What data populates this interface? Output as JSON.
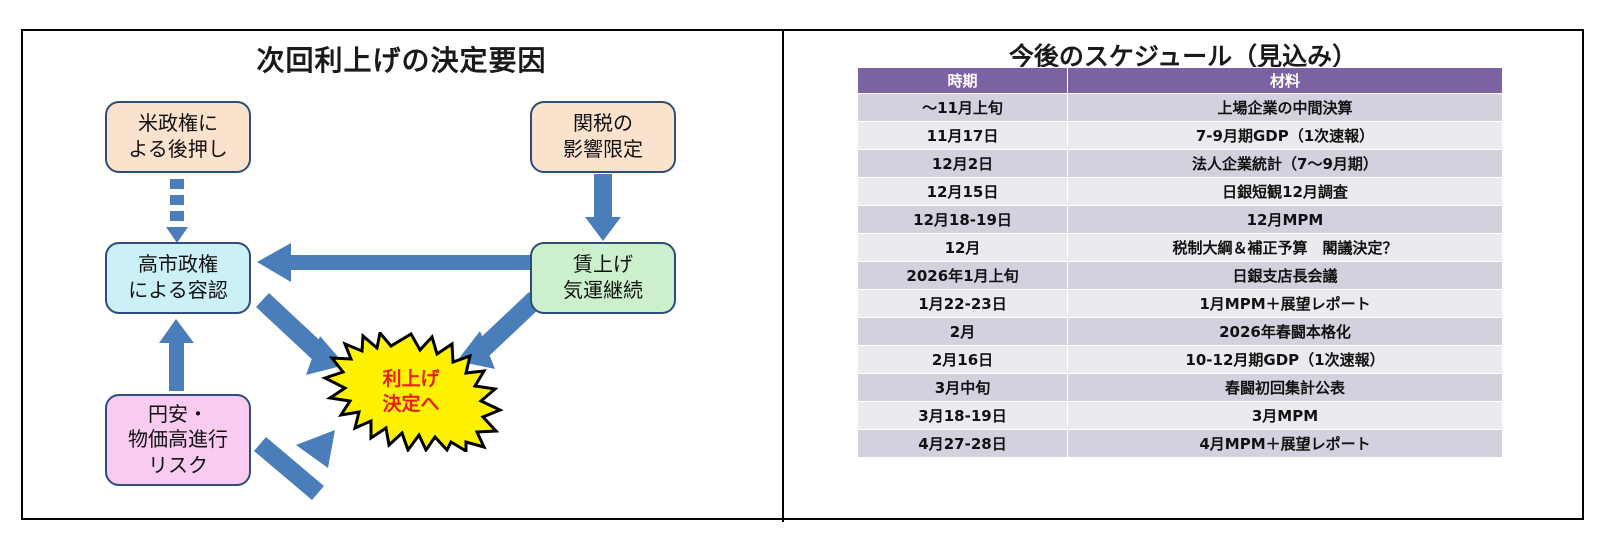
{
  "left": {
    "title": "次回利上げの決定要因",
    "nodes": [
      {
        "id": "us-administration",
        "label": "米政権に\nよる後押し",
        "color": "#FBE2CD"
      },
      {
        "id": "tariff-impact",
        "label": "関税の\n影響限定",
        "color": "#FBE2CD"
      },
      {
        "id": "takaichi-approval",
        "label": "高市政権\nによる容認",
        "color": "#CBF0F8"
      },
      {
        "id": "wage-momentum",
        "label": "賃上げ\n気運継続",
        "color": "#CCF0CC"
      },
      {
        "id": "yen-inflation-risk",
        "label": "円安・\n物価高進行\nリスク",
        "color": "#F9CBF0"
      }
    ],
    "burst": {
      "label": "利上げ\n決定へ",
      "fill": "#FFF200",
      "stroke": "#000000",
      "text_color": "#E8201A"
    },
    "arrow_color": "#4A7EBB"
  },
  "right": {
    "title": "今後のスケジュール（見込み）",
    "header_color": "#7B62A3",
    "columns": [
      "時期",
      "材料"
    ],
    "rows": [
      {
        "period": "〜11月上旬",
        "material": "上場企業の中間決算",
        "style": "black"
      },
      {
        "period": "11月17日",
        "material": "7-9月期GDP（1次速報）",
        "style": "black"
      },
      {
        "period": "12月2日",
        "material": "法人企業統計（7〜9月期）",
        "style": "black"
      },
      {
        "period": "12月15日",
        "material": "日銀短観12月調査",
        "style": "black"
      },
      {
        "period": "12月18-19日",
        "material": "12月MPM",
        "style": "blue"
      },
      {
        "period": "12月",
        "material": "税制大綱＆補正予算　閣議決定？",
        "style": "red"
      },
      {
        "period": "2026年1月上旬",
        "material": "日銀支店長会議",
        "style": "red"
      },
      {
        "period": "1月22-23日",
        "material": "1月MPM＋展望レポート",
        "style": "blue"
      },
      {
        "period": "2月",
        "material": "2026年春闘本格化",
        "style": "black"
      },
      {
        "period": "2月16日",
        "material": "10-12月期GDP（1次速報）",
        "style": "black"
      },
      {
        "period": "3月中旬",
        "material": "春闘初回集計公表",
        "style": "red"
      },
      {
        "period": "3月18-19日",
        "material": "3月MPM",
        "style": "blue"
      },
      {
        "period": "4月27-28日",
        "material": "4月MPM＋展望レポート",
        "style": "blue"
      }
    ]
  }
}
